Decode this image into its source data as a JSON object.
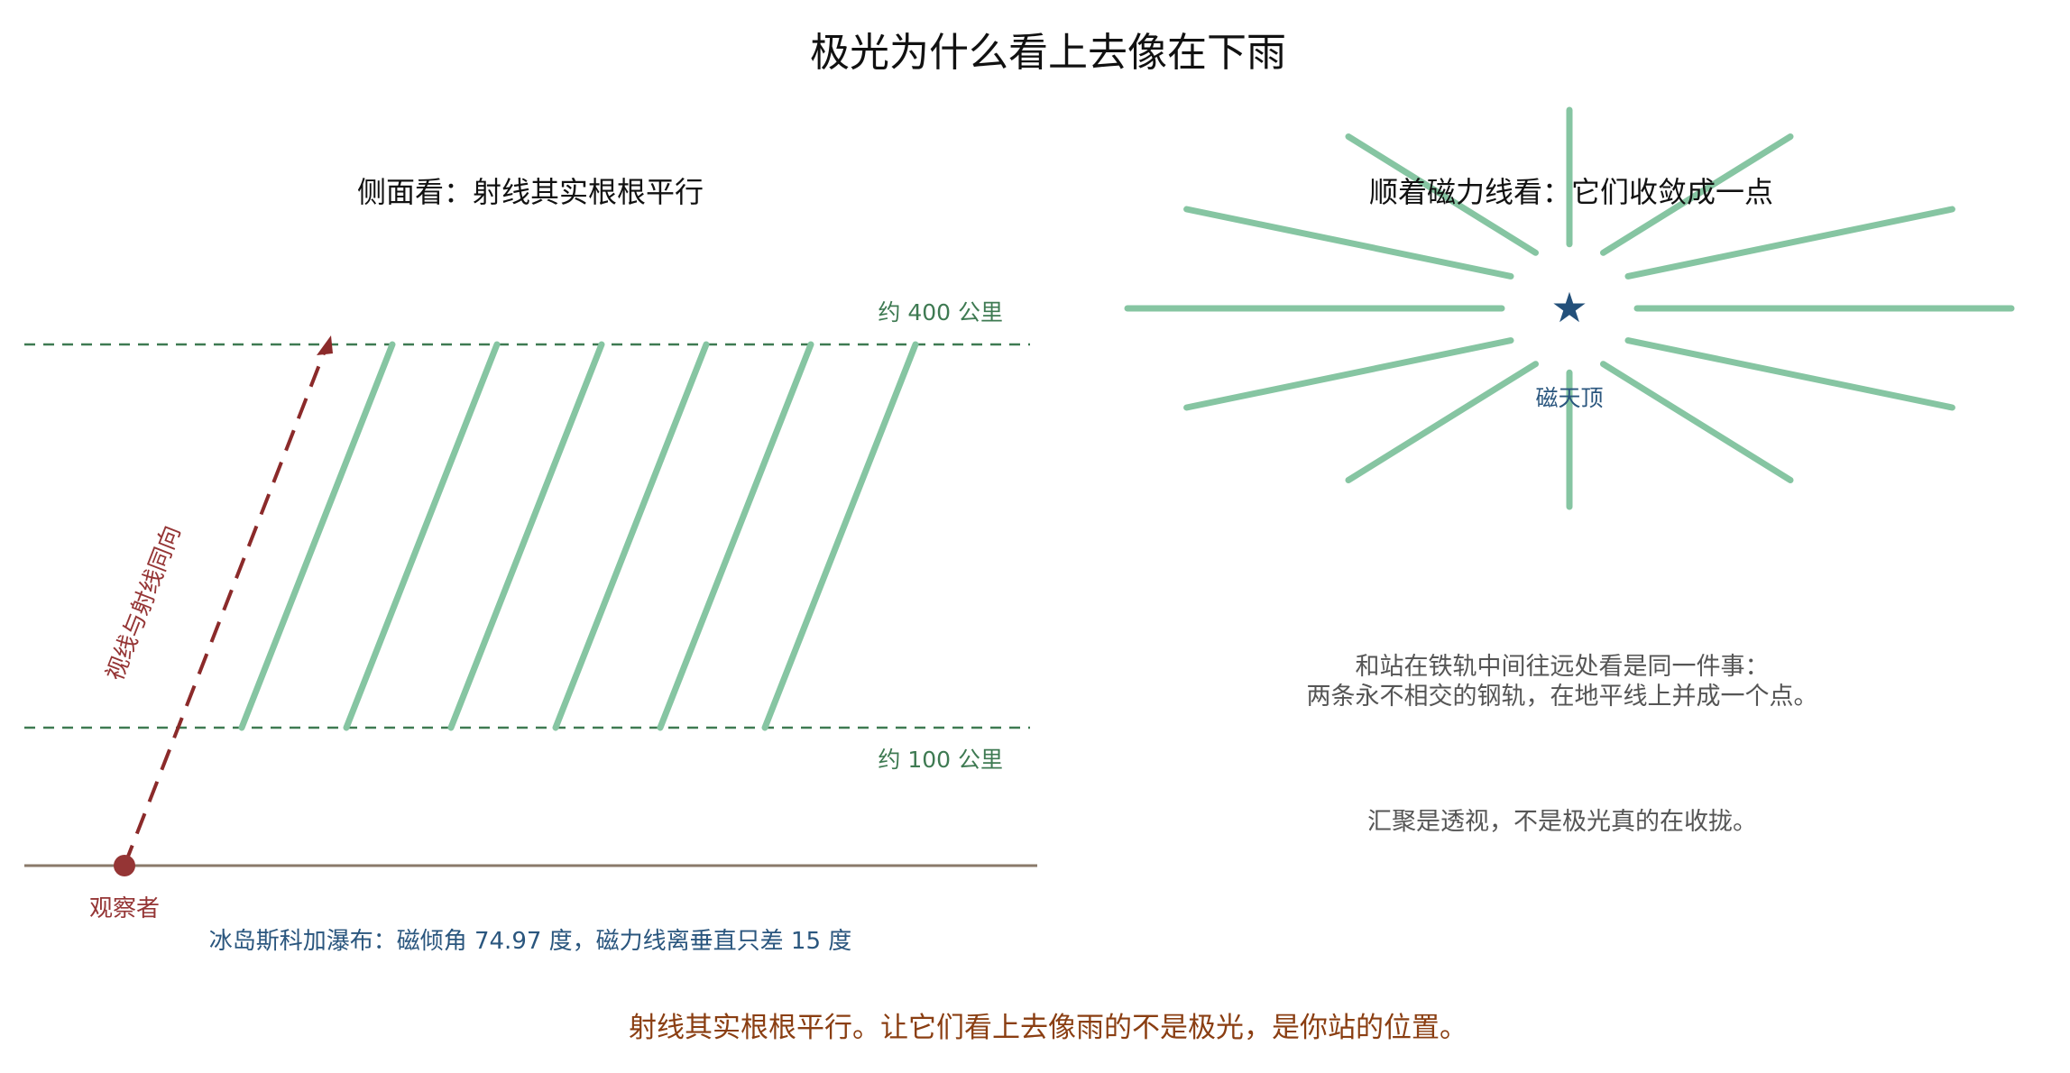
{
  "title": "极光为什么看上去像在下雨",
  "left_panel": {
    "heading": "侧面看：射线其实根根平行",
    "upper_altitude_label": "约 400 公里",
    "lower_altitude_label": "约 100 公里",
    "sightline_label": "视线与射线同向",
    "observer_label": "观察者",
    "location_note": "冰岛斯科加瀑布：磁倾角 74.97 度，磁力线离垂直只差 15 度",
    "ray_count": 6
  },
  "right_panel": {
    "heading": "顺着磁力线看：它们收敛成一点",
    "center_label": "磁天顶",
    "center_icon": "star-icon",
    "ray_count": 12,
    "analogy_line1": "和站在铁轨中间往远处看是同一件事：",
    "analogy_line2": "两条永不相交的钢轨，在地平线上并成一个点。",
    "perspective_note": "汇聚是透视，不是极光真的在收拢。"
  },
  "conclusion": "射线其实根根平行。让它们看上去像雨的不是极光，是你站的位置。",
  "colors": {
    "ray": "#86c5a2",
    "altitude_line": "#3e7a52",
    "sightline": "#8b2a2a",
    "observer": "#953535",
    "ground": "#8a7a6a",
    "note_blue": "#2a567e",
    "star": "#23507a",
    "body_text": "#555555",
    "conclusion": "#8a3e12"
  }
}
